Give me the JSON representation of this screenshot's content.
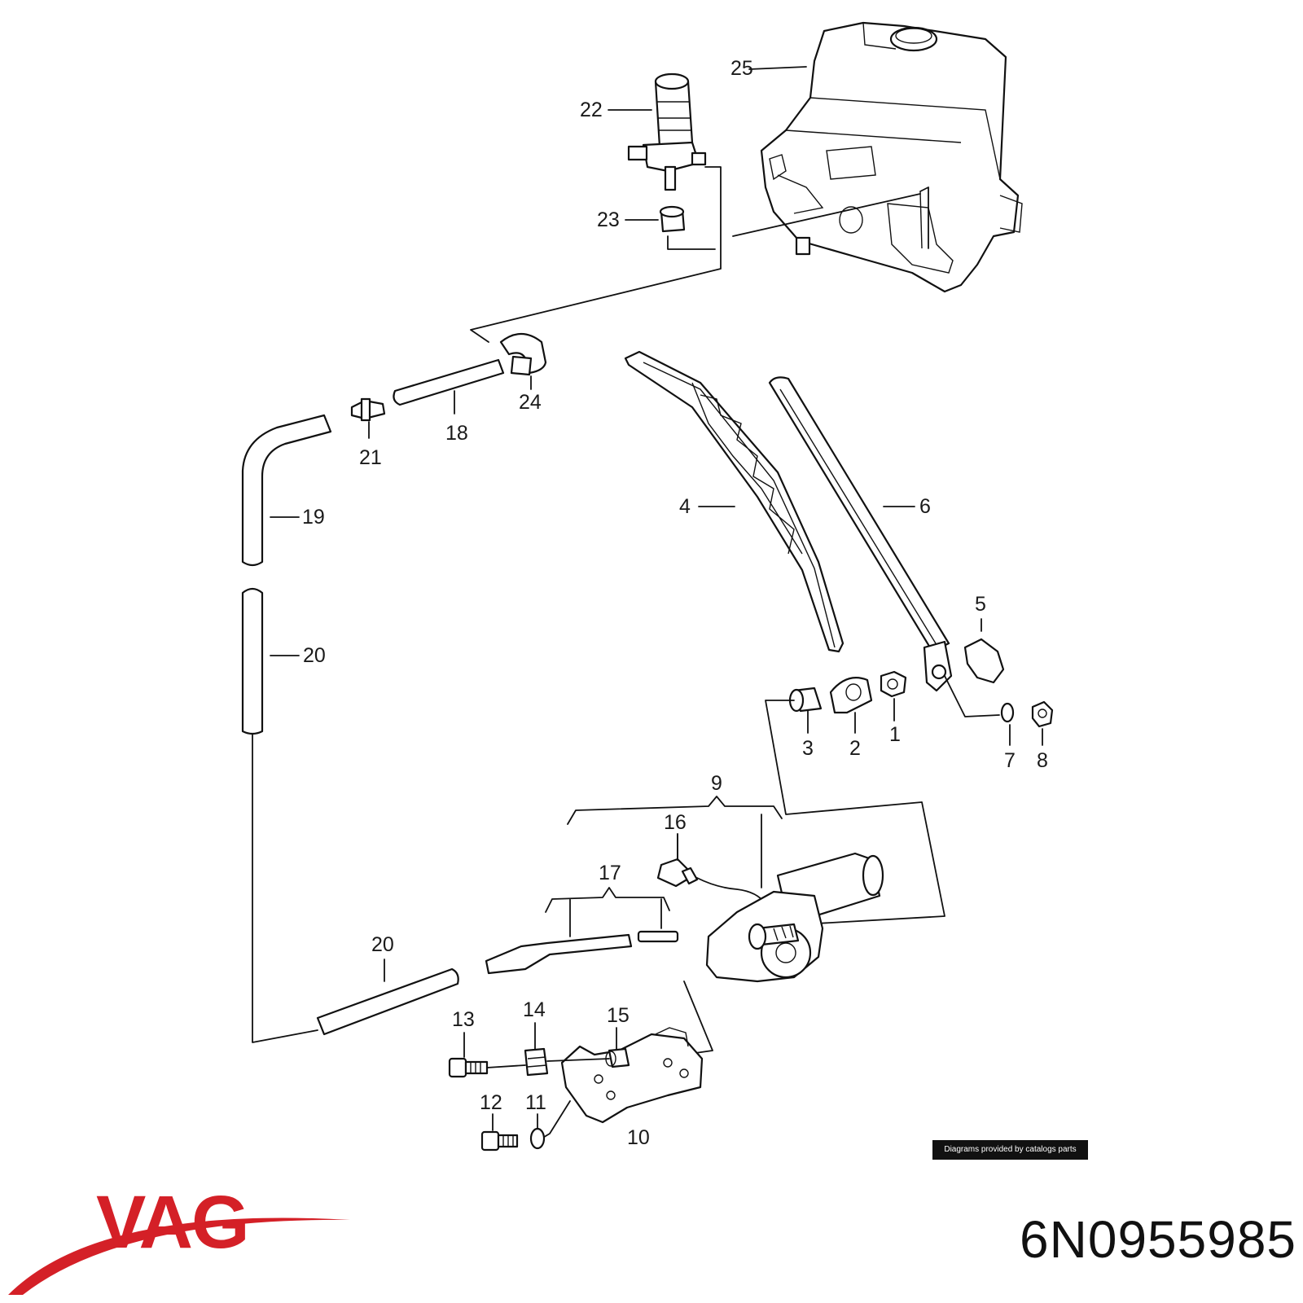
{
  "diagram": {
    "callouts": [
      "1",
      "2",
      "3",
      "4",
      "5",
      "6",
      "7",
      "8",
      "9",
      "10",
      "11",
      "12",
      "13",
      "14",
      "15",
      "16",
      "17",
      "18",
      "19",
      "20",
      "20",
      "21",
      "22",
      "23",
      "24",
      "25"
    ]
  },
  "credit": "Diagrams provided by catalogs parts",
  "brand": {
    "name": "VAG",
    "color": "#d42027"
  },
  "part_number": "6N0955985"
}
